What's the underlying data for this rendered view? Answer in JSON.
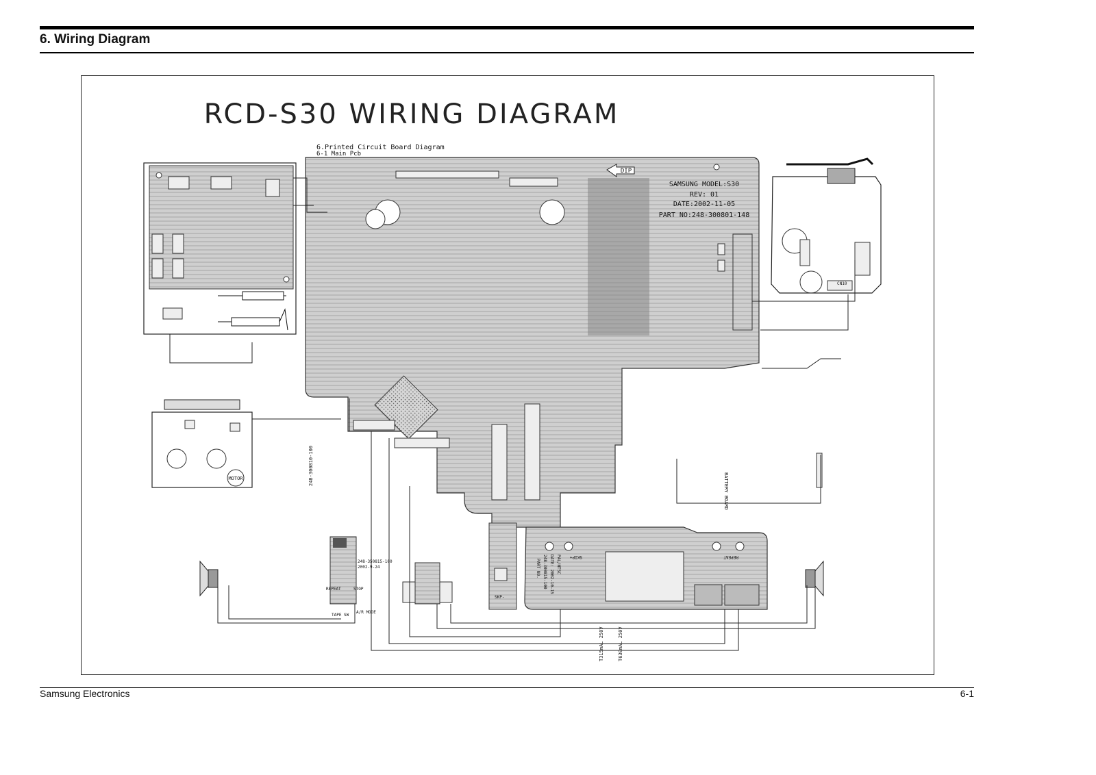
{
  "header": {
    "section_title": "6. Wiring Diagram"
  },
  "diagram": {
    "title": "RCD-S30 WIRING DIAGRAM",
    "pcb_heading": "6.Printed Circuit Board Diagram",
    "pcb_subheading": "6-1 Main Pcb",
    "arrow_label": "DIP",
    "info": {
      "model": "SAMSUNG MODEL:S30",
      "rev": "REV: 01",
      "date": "DATE:2002-11-05",
      "part_no": "PART NO:248-300801-148"
    },
    "labels": {
      "motor": "MOTOR",
      "battery_board": "BATTERY BOARD",
      "board_code_left": "248-300810-100",
      "repeat_left": "REPEAT",
      "stop": "STOP",
      "mode": "A/R MODE",
      "tape_sw": "TAPE SW",
      "part_no_front": "248-300815-100",
      "front_part_label": "PART NO.",
      "front_date": "DATE: 2002-10-15",
      "front_model": "PAL/NTSC",
      "sub_board_code": "248-350815-100",
      "sub_board_date": "2002-9-24",
      "fuse_1": "T315mAL 250V",
      "fuse_2": "T630mAL 250V",
      "skip_minus": "SKP-",
      "skip_plus": "SKIP+",
      "repeat_right": "REPEAT",
      "cnd": "CN10"
    }
  },
  "footer": {
    "company": "Samsung Electronics",
    "page_number": "6-1"
  }
}
